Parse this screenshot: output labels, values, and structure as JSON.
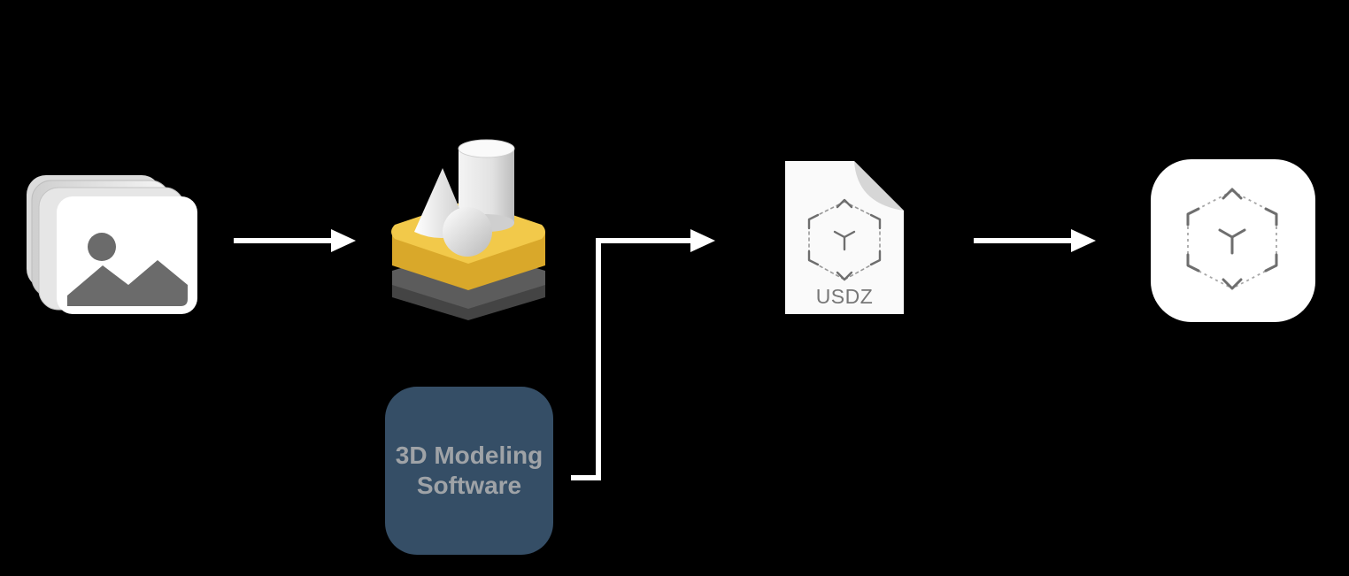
{
  "modeling_software": {
    "line1": "3D Modeling",
    "line2": "Software"
  },
  "usdz_file": {
    "label": "USDZ"
  },
  "icons": {
    "photos": "photo-stack-icon",
    "reality_composer": "object-capture-shapes-icon",
    "usdz": "usdz-document-icon",
    "ar_quick_look": "ar-cube-app-icon"
  },
  "colors": {
    "background": "#000000",
    "arrow": "#ffffff",
    "modeling_box_fill": "#354e66",
    "modeling_box_text": "#9fa3a7",
    "tray_yellow": "#f2c94a",
    "tray_dark": "#4a4a4a",
    "icon_gray": "#6b6b6b",
    "usdz_text": "#777777"
  }
}
